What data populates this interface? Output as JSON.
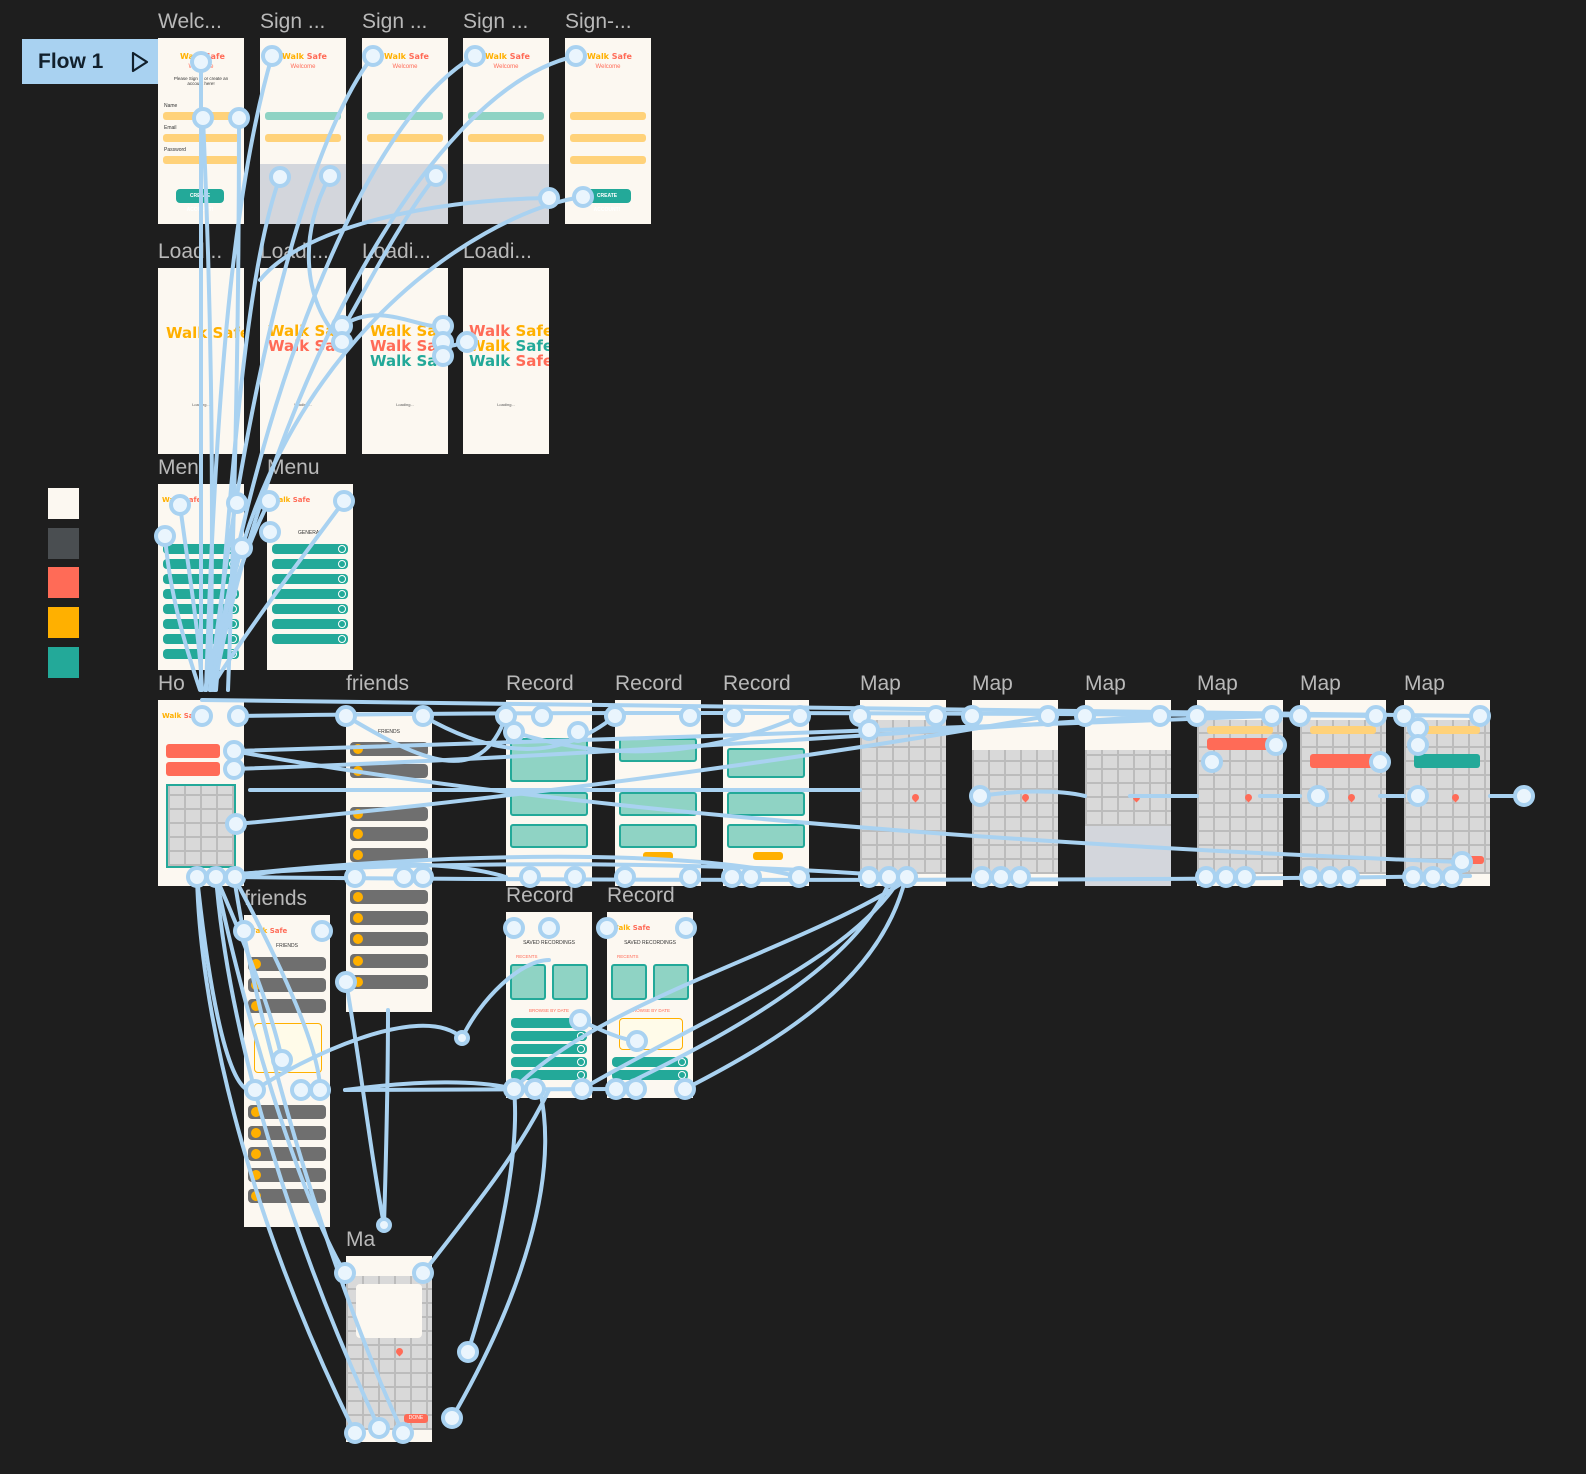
{
  "flow": {
    "label": "Flow 1"
  },
  "palette": [
    "#fcf8f1",
    "#4a4e51",
    "#ff6b57",
    "#ffb000",
    "#23a999"
  ],
  "link_color": "#a9d2f1",
  "frames": {
    "welcome": {
      "title": "Welc..."
    },
    "signup1": {
      "title": "Sign ..."
    },
    "signup2": {
      "title": "Sign ..."
    },
    "signup3": {
      "title": "Sign ..."
    },
    "signup4": {
      "title": "Sign-..."
    },
    "loading1": {
      "title": "Load..."
    },
    "loading2": {
      "title": "Loadi..."
    },
    "loading3": {
      "title": "Loadi..."
    },
    "loading4": {
      "title": "Loadi..."
    },
    "menu1": {
      "title": "Men"
    },
    "menu2": {
      "title": "Menu"
    },
    "home": {
      "title": "Ho"
    },
    "friends1": {
      "title": "friends"
    },
    "record1": {
      "title": "Record"
    },
    "record2": {
      "title": "Record"
    },
    "record3": {
      "title": "Record"
    },
    "map1": {
      "title": "Map"
    },
    "map2": {
      "title": "Map"
    },
    "map3": {
      "title": "Map"
    },
    "map4": {
      "title": "Map"
    },
    "map5": {
      "title": "Map"
    },
    "map6": {
      "title": "Map"
    },
    "friends2": {
      "title": "friends"
    },
    "record4": {
      "title": "Record"
    },
    "record5": {
      "title": "Record"
    },
    "map7": {
      "title": "Ma"
    }
  },
  "app": {
    "logo_walk": "Walk",
    "logo_safe": "Safe",
    "welcome": "Welcome",
    "prompt": "Please Sign In or create an account here!",
    "name_label": "Name",
    "email_label": "Email",
    "password_label": "Password",
    "create_account": "CREATE ACCOUNT!",
    "loading": "Loading...",
    "general": "GENERAL",
    "friends_header": "FRIENDS",
    "saved_recordings": "SAVED RECORDINGS",
    "recents": "RECENTS",
    "browse_by_date": "BROWSE BY DATE",
    "done": "DONE"
  }
}
